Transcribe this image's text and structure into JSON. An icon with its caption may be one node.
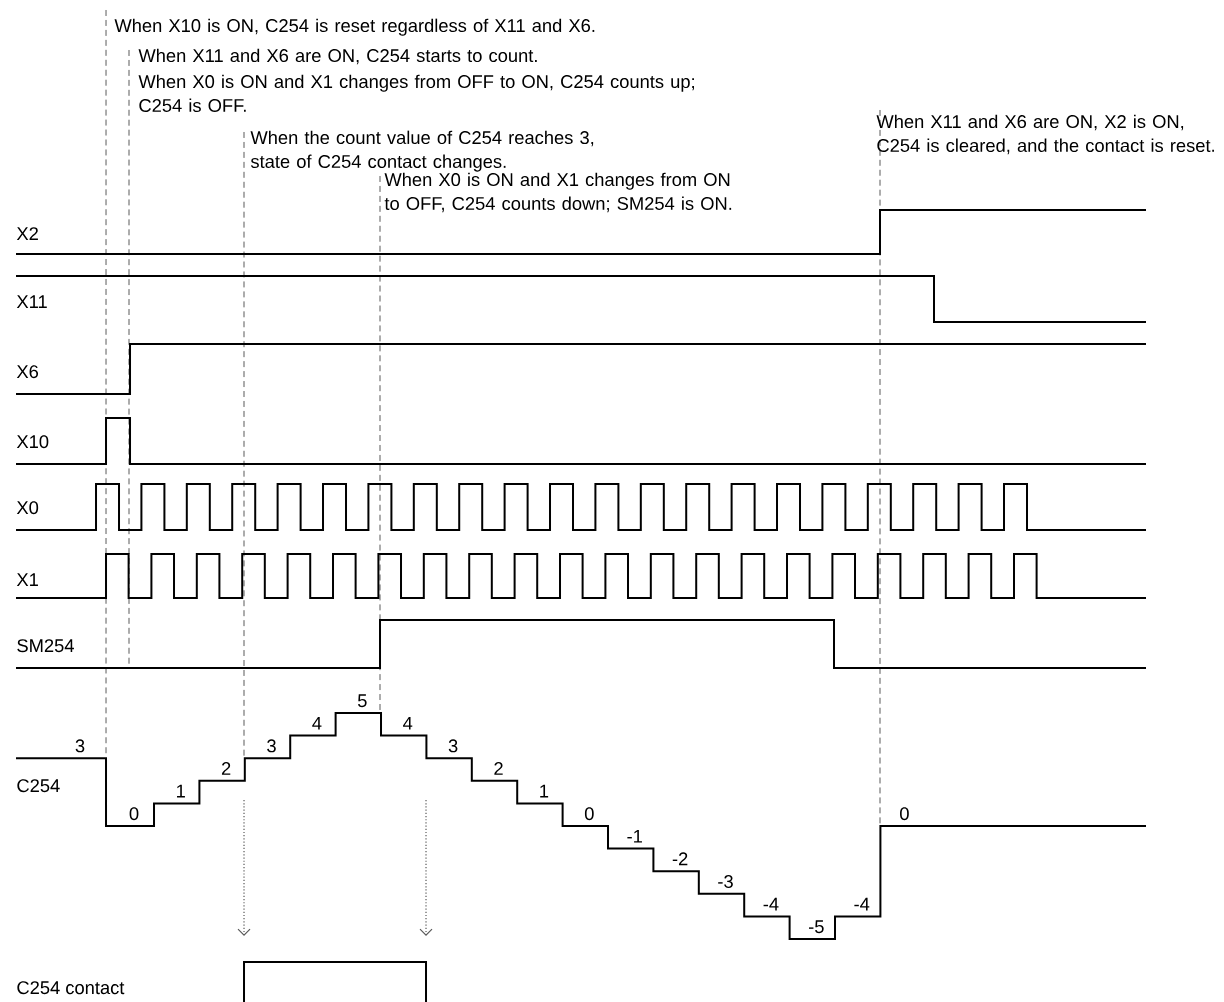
{
  "diagram": {
    "labels": [
      "When X10 is ON, C254 is reset regardless of X11 and X6.",
      "When X11 and X6 are ON, C254 starts to count.",
      "When X0 is ON and X1 changes from OFF to ON, C254 counts up; C254 is OFF.",
      "When the count value of C254 reaches 3, state of C254 contact changes.",
      "When X0 is ON and X1 changes from ON to OFF, C254 counts down; SM254 is ON.",
      "When X11 and X6 are ON, X2 is ON, C254 is cleared, and the contact is reset.",
      "X2",
      "X11",
      "X6",
      "X10",
      "X0",
      "X1",
      "SM254",
      "3",
      "C254",
      "0",
      "1",
      "2",
      "3",
      "4",
      "5",
      "4",
      "3",
      "2",
      "1",
      "0",
      "-1",
      "-2",
      "-3",
      "-4",
      "-5",
      "-4",
      "0",
      "C254 contact"
    ]
  }
}
